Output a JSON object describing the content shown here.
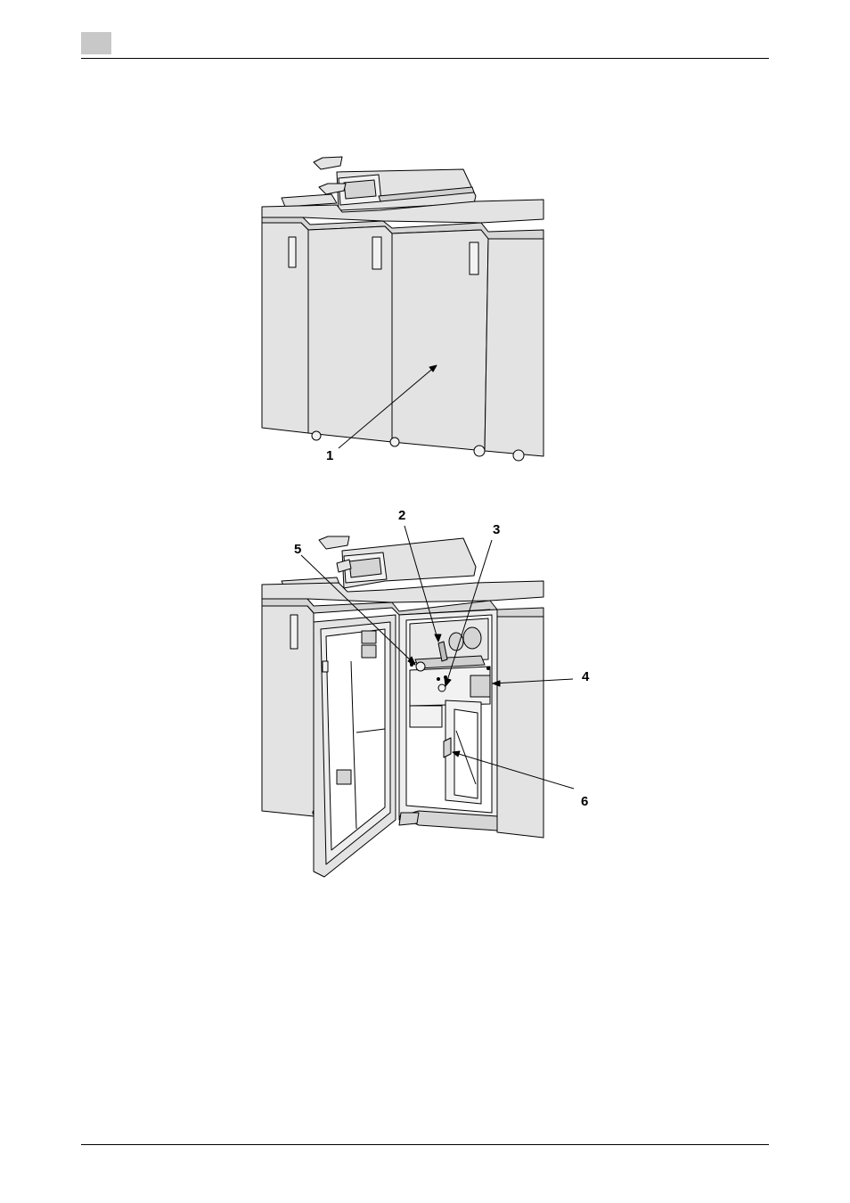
{
  "callouts": {
    "c1": "1",
    "c2": "2",
    "c3": "3",
    "c4": "4",
    "c5": "5",
    "c6": "6"
  },
  "colors": {
    "body_fill": "#e3e3e3",
    "chapter_box": "#c8c8c8",
    "line": "#000000"
  }
}
